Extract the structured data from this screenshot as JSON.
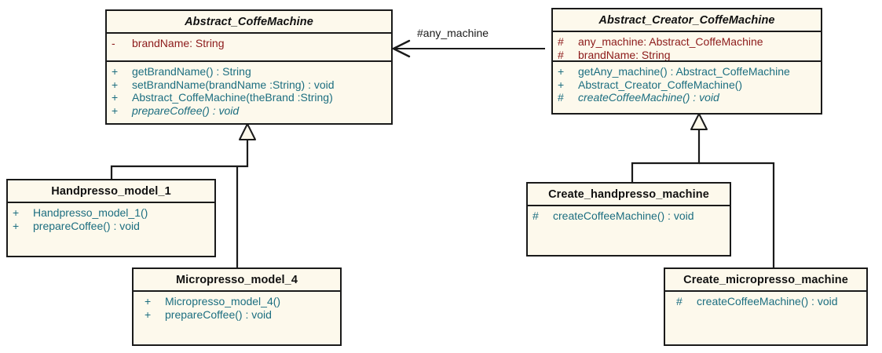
{
  "diagram": {
    "title": "Abstract Factory UML class diagram",
    "colors": {
      "box_fill": "#FDF9EC",
      "box_border": "#1a1a1a",
      "attribute_text": "#8C1A1A",
      "method_text": "#1C6E80",
      "title_text": "#111111",
      "canvas": "#ffffff"
    }
  },
  "classes": {
    "abstract_coffe_machine": {
      "name": "Abstract_CoffeMachine",
      "is_abstract": true,
      "attributes": [
        {
          "visibility": "-",
          "text": "brandName:  String"
        }
      ],
      "methods": [
        {
          "visibility": "+",
          "text": "getBrandName() : String",
          "is_abstract": false
        },
        {
          "visibility": "+",
          "text": "setBrandName(brandName :String) : void",
          "is_abstract": false
        },
        {
          "visibility": "+",
          "text": "Abstract_CoffeMachine(theBrand :String)",
          "is_abstract": false
        },
        {
          "visibility": "+",
          "text": "prepareCoffee() : void",
          "is_abstract": true
        }
      ]
    },
    "abstract_creator_coffe_machine": {
      "name": "Abstract_Creator_CoffeMachine",
      "is_abstract": true,
      "attributes": [
        {
          "visibility": "#",
          "text": "any_machine:  Abstract_CoffeMachine"
        },
        {
          "visibility": "#",
          "text": "brandName:  String"
        }
      ],
      "methods": [
        {
          "visibility": "+",
          "text": "getAny_machine() : Abstract_CoffeMachine",
          "is_abstract": false
        },
        {
          "visibility": "+",
          "text": "Abstract_Creator_CoffeMachine()",
          "is_abstract": false
        },
        {
          "visibility": "#",
          "text": "createCoffeeMachine() : void",
          "is_abstract": true
        }
      ]
    },
    "handpresso_model_1": {
      "name": "Handpresso_model_1",
      "is_abstract": false,
      "attributes": [],
      "methods": [
        {
          "visibility": "+",
          "text": "Handpresso_model_1()",
          "is_abstract": false
        },
        {
          "visibility": "+",
          "text": "prepareCoffee() : void",
          "is_abstract": false
        }
      ]
    },
    "micropresso_model_4": {
      "name": "Micropresso_model_4",
      "is_abstract": false,
      "attributes": [],
      "methods": [
        {
          "visibility": "+",
          "text": "Micropresso_model_4()",
          "is_abstract": false
        },
        {
          "visibility": "+",
          "text": "prepareCoffee() : void",
          "is_abstract": false
        }
      ]
    },
    "create_handpresso_machine": {
      "name": "Create_handpresso_machine",
      "is_abstract": false,
      "attributes": [],
      "methods": [
        {
          "visibility": "#",
          "text": "createCoffeeMachine() : void",
          "is_abstract": false
        }
      ]
    },
    "create_micropresso_machine": {
      "name": "Create_micropresso_machine",
      "is_abstract": false,
      "attributes": [],
      "methods": [
        {
          "visibility": "#",
          "text": "createCoffeeMachine() : void",
          "is_abstract": false
        }
      ]
    }
  },
  "relations": {
    "association_label": "#any_machine"
  }
}
